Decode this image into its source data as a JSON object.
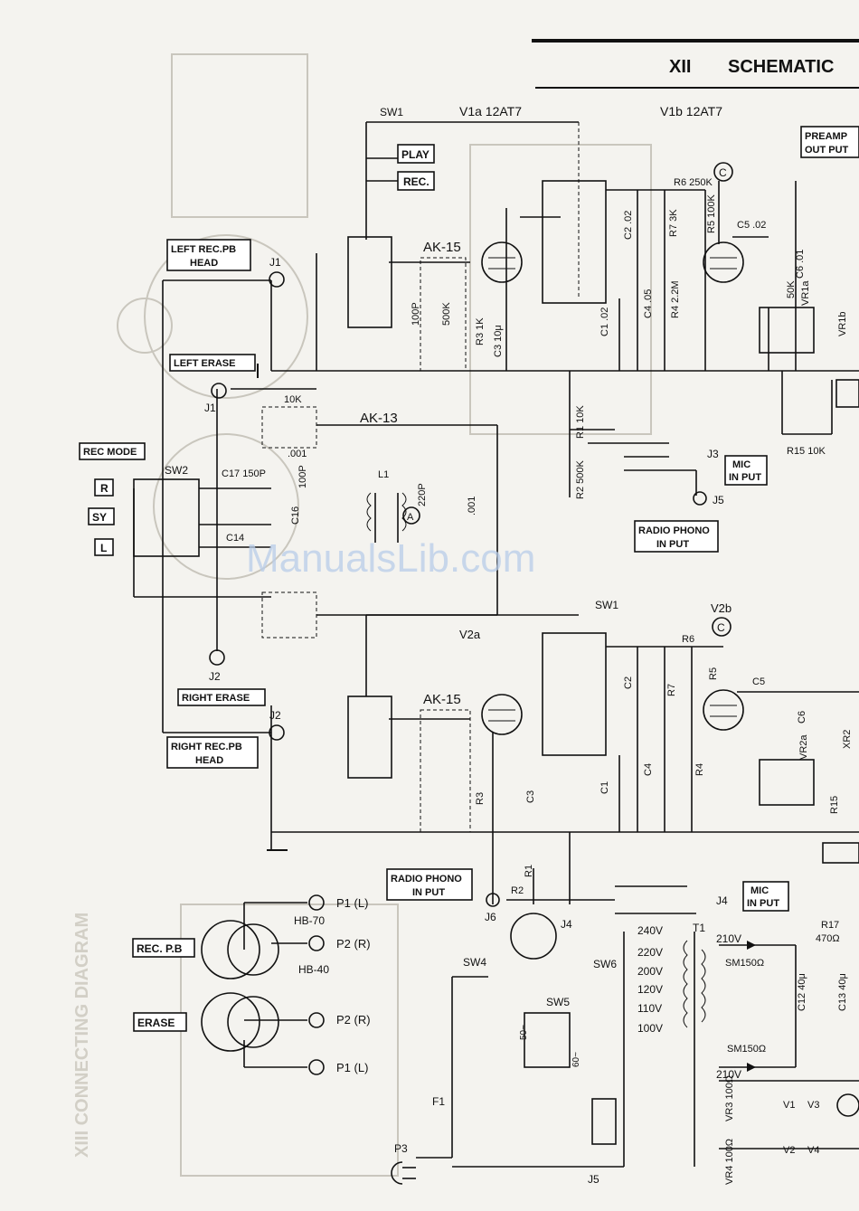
{
  "header": {
    "section": "XII",
    "title": "SCHEMATIC"
  },
  "watermark": "ManualsLib.com",
  "side_text": "XIII CONNECTING DIAGRAM",
  "switches": {
    "sw1_top": "SW1",
    "sw1_mid": "SW1",
    "sw2": "SW2",
    "sw4": "SW4",
    "sw5": "SW5",
    "sw6": "SW6"
  },
  "mode_buttons": {
    "play": "PLAY",
    "rec": "REC."
  },
  "tubes": {
    "v1a": "V1a 12AT7",
    "v1b": "V1b 12AT7",
    "v2a": "V2a",
    "v2b": "V2b"
  },
  "boxes": {
    "left_head": [
      "LEFT REC.PB",
      "HEAD"
    ],
    "left_erase": "LEFT ERASE",
    "rec_mode": "REC MODE",
    "right_erase": "RIGHT ERASE",
    "right_head": [
      "RIGHT REC.PB",
      "HEAD"
    ],
    "preamp_out": [
      "PREAMP",
      "OUT PUT"
    ],
    "mic_in_top": [
      "MIC",
      "IN PUT"
    ],
    "radio_phono_top": [
      "RADIO PHONO",
      "IN PUT"
    ],
    "radio_phono_bottom": [
      "RADIO PHONO",
      "IN PUT"
    ],
    "mic_in_bottom": [
      "MIC",
      "IN PUT"
    ],
    "rec_pb": "REC. P.B",
    "erase": "ERASE"
  },
  "mode_keys": [
    "R",
    "SY",
    "L"
  ],
  "modules": {
    "ak15_top": "AK-15",
    "ak13": "AK-13",
    "ak15_bottom": "AK-15"
  },
  "jacks": {
    "j1_top": "J1",
    "j1_mid": "J1",
    "j2_mid": "J2",
    "j2_low": "J2",
    "j3": "J3",
    "j5_top": "J5",
    "j4": "J4",
    "j4_socket": "J4",
    "j6": "J6",
    "j5_bottom": "J5",
    "c_marker": "C",
    "a_marker": "A"
  },
  "components_top": {
    "r6": "R6 250K",
    "r5": "R5 100K",
    "c5": "C5 .02",
    "c6": "C6 .01",
    "vr1a": "VR1a",
    "vr1b": "VR1b",
    "vr_val": "50K",
    "r7": "R7 3K",
    "c2": "C2 .02",
    "c4": "C4 .05",
    "r4": "R4 2.2M",
    "c1": "C1 .02",
    "r3": "R3 1K",
    "c3": "C3 10μ",
    "r_500k": "500K",
    "c_100p": "100P",
    "r1": "R1 10K",
    "r2": "R2 500K",
    "r15": "R15 10K"
  },
  "components_mid": {
    "r_10k": "10K",
    "c_001": ".001",
    "c_100p": "100P",
    "c16": "C16",
    "c17": "C17 150P",
    "c14": "C14",
    "l1": "L1",
    "c_220p": "220P",
    "c_001b": ".001"
  },
  "components_bottom": {
    "r6": "R6",
    "r5": "R5",
    "c5": "C5",
    "c6": "C6",
    "vr2a": "VR2a",
    "xr": "XR2",
    "r7": "R7",
    "c2": "C2",
    "c4": "C4",
    "r4": "R4",
    "c1": "C1",
    "r3": "R3",
    "c3": "C3",
    "r1": "R1",
    "r2": "R2",
    "r15": "R15"
  },
  "heads": {
    "hb70": "HB-70",
    "hb40": "HB-40",
    "p1_l_top": "P1 (L)",
    "p2_r_top": "P2 (R)",
    "p2_r_bot": "P2 (R)",
    "p1_l_bot": "P1 (L)"
  },
  "power": {
    "taps": [
      "240V",
      "220V",
      "200V",
      "120V",
      "110V",
      "100V"
    ],
    "t1": "T1",
    "v210_top": "210V",
    "v210_bot": "210V",
    "d_top": "SM150Ω",
    "d_bot": "SM150Ω",
    "r17": "R17",
    "r17_val": "470Ω",
    "c12": "C12 40μ",
    "c13": "C13 40μ",
    "vr3": "VR3 100Ω",
    "vr4": "VR4 100Ω",
    "v1": "V1",
    "v3": "V3",
    "v2": "V2",
    "v4": "V4",
    "f1": "F1",
    "p3": "P3",
    "sw5_50": "50~",
    "sw5_60": "60~"
  }
}
